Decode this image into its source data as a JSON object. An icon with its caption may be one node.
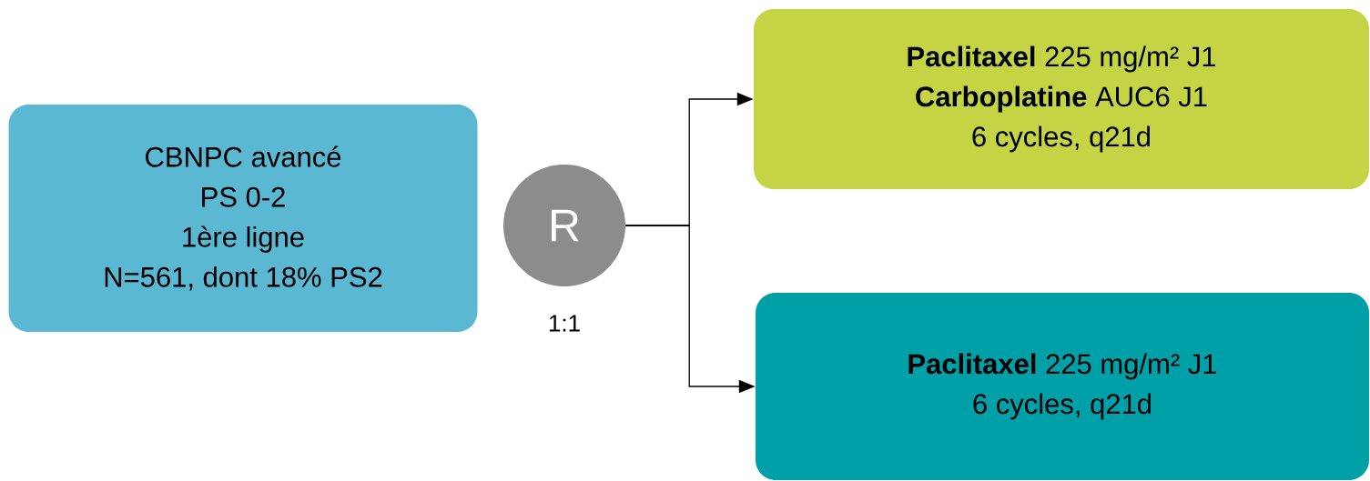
{
  "diagram": {
    "nodes": [
      {
        "text": [
          "CBNPC avancé",
          "PS 0-2",
          "1ère ligne",
          "N=561, dont 18% PS2"
        ]
      },
      {
        "text": [
          "R"
        ],
        "beside": [
          "1:1"
        ]
      },
      {
        "text": [
          "**Paclitaxel** 225 mg/m² J1",
          "**Carboplatine** AUC6 J1",
          "6 cycles, q21d"
        ]
      },
      {
        "text": [
          "**Paclitaxel** 225 mg/m² J1",
          "6 cycles, q21d"
        ]
      }
    ],
    "edges": [
      {
        "from": 1,
        "to": 2,
        "arrow": "to"
      },
      {
        "from": 1,
        "to": 3,
        "arrow": "to"
      }
    ]
  }
}
